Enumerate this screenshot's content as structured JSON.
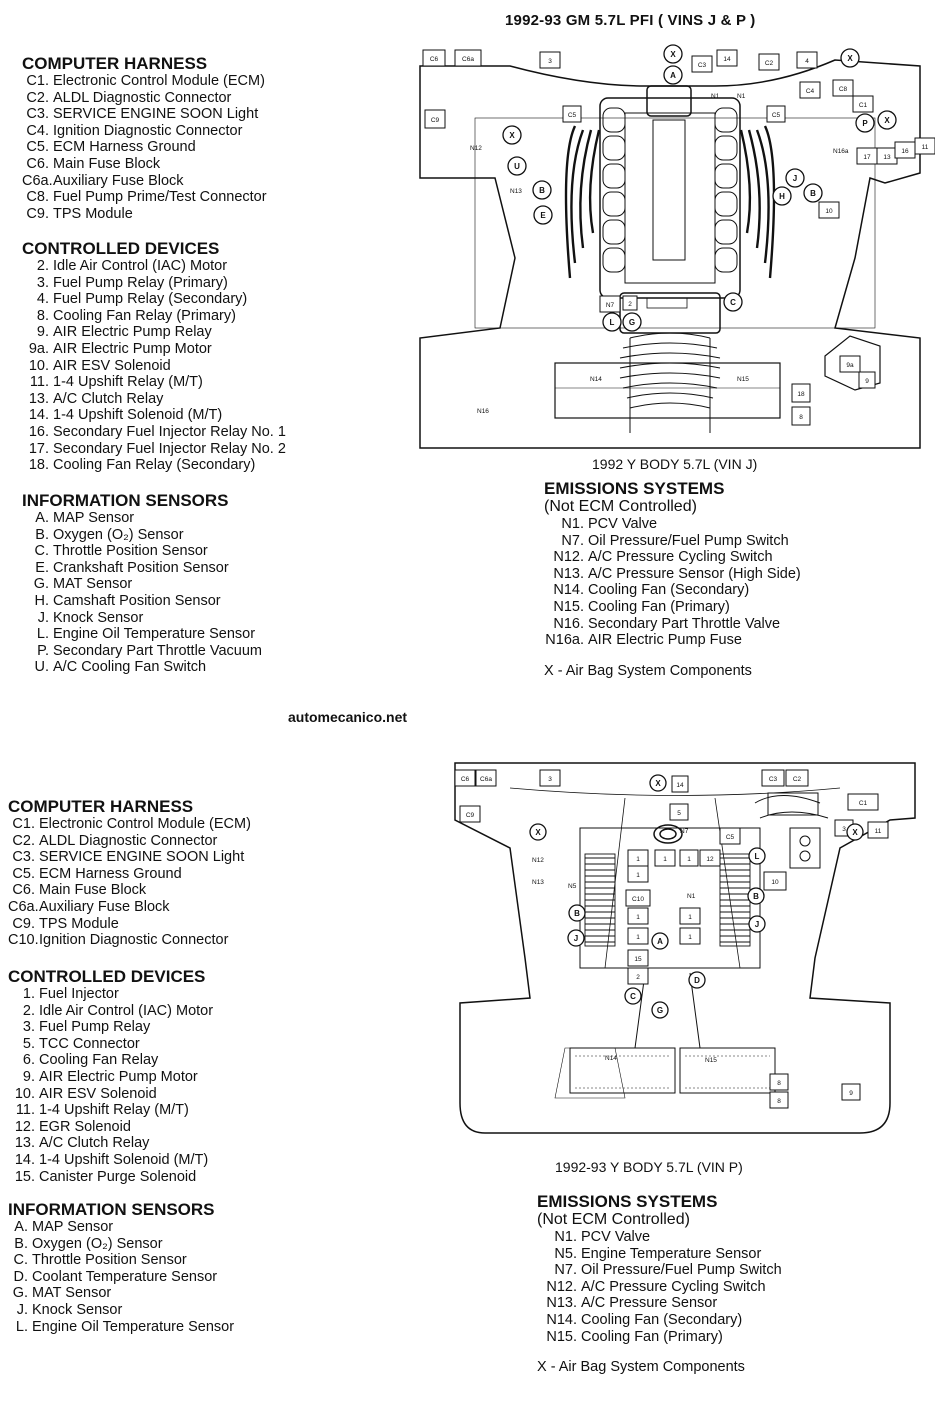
{
  "title": "1992-93 GM 5.7L PFI ( VINS J & P )",
  "watermark": "automecanico.net",
  "top": {
    "caption": "1992  Y BODY 5.7L (VIN J)",
    "computer_harness": {
      "heading": "COMPUTER HARNESS",
      "items": [
        {
          "id": "C1.",
          "text": "Electronic Control Module (ECM)"
        },
        {
          "id": "C2.",
          "text": "ALDL Diagnostic Connector"
        },
        {
          "id": "C3.",
          "text": "SERVICE ENGINE SOON Light"
        },
        {
          "id": "C4.",
          "text": "Ignition Diagnostic Connector"
        },
        {
          "id": "C5.",
          "text": "ECM Harness Ground"
        },
        {
          "id": "C6.",
          "text": "Main Fuse Block"
        },
        {
          "id": "C6a.",
          "text": "Auxiliary Fuse Block"
        },
        {
          "id": "C8.",
          "text": "Fuel Pump Prime/Test Connector"
        },
        {
          "id": "C9.",
          "text": "TPS Module"
        }
      ]
    },
    "controlled_devices": {
      "heading": "CONTROLLED DEVICES",
      "items": [
        {
          "id": "2.",
          "text": "Idle Air Control (IAC) Motor"
        },
        {
          "id": "3.",
          "text": "Fuel Pump Relay (Primary)"
        },
        {
          "id": "4.",
          "text": "Fuel Pump Relay (Secondary)"
        },
        {
          "id": "8.",
          "text": "Cooling Fan Relay (Primary)"
        },
        {
          "id": "9.",
          "text": "AIR Electric Pump Relay"
        },
        {
          "id": "9a.",
          "text": "AIR Electric Pump Motor"
        },
        {
          "id": "10.",
          "text": "AIR ESV Solenoid"
        },
        {
          "id": "11.",
          "text": "1-4 Upshift Relay (M/T)"
        },
        {
          "id": "13.",
          "text": "A/C Clutch Relay"
        },
        {
          "id": "14.",
          "text": "1-4 Upshift Solenoid (M/T)"
        },
        {
          "id": "16.",
          "text": "Secondary Fuel Injector Relay No. 1"
        },
        {
          "id": "17.",
          "text": "Secondary Fuel Injector Relay No. 2"
        },
        {
          "id": "18.",
          "text": "Cooling Fan Relay (Secondary)"
        }
      ]
    },
    "information_sensors": {
      "heading": "INFORMATION SENSORS",
      "items": [
        {
          "id": "A.",
          "text": "MAP Sensor"
        },
        {
          "id": "B.",
          "text": "Oxygen (O₂) Sensor"
        },
        {
          "id": "C.",
          "text": "Throttle Position Sensor"
        },
        {
          "id": "E.",
          "text": "Crankshaft Position Sensor"
        },
        {
          "id": "G.",
          "text": "MAT Sensor"
        },
        {
          "id": "H.",
          "text": "Camshaft Position Sensor"
        },
        {
          "id": "J.",
          "text": "Knock Sensor"
        },
        {
          "id": "L.",
          "text": "Engine Oil Temperature Sensor"
        },
        {
          "id": "P.",
          "text": "Secondary Part Throttle Vacuum"
        },
        {
          "id": "U.",
          "text": "A/C Cooling Fan Switch"
        }
      ]
    },
    "emissions": {
      "heading": "EMISSIONS SYSTEMS",
      "subheading": "(Not ECM Controlled)",
      "items": [
        {
          "id": "N1.",
          "text": "PCV Valve"
        },
        {
          "id": "N7.",
          "text": "Oil Pressure/Fuel Pump Switch"
        },
        {
          "id": "N12.",
          "text": "A/C Pressure Cycling Switch"
        },
        {
          "id": "N13.",
          "text": "A/C Pressure Sensor (High Side)"
        },
        {
          "id": "N14.",
          "text": "Cooling Fan (Secondary)"
        },
        {
          "id": "N15.",
          "text": "Cooling Fan (Primary)"
        },
        {
          "id": "N16.",
          "text": "Secondary Part Throttle Valve"
        },
        {
          "id": "N16a.",
          "text": "AIR Electric Pump Fuse"
        }
      ],
      "airbag_note": "X  -  Air Bag System Components"
    },
    "diagram_labels": {
      "boxes": [
        "C6",
        "C6a",
        "3",
        "C3",
        "14",
        "C2",
        "4",
        "C4",
        "C8",
        "C1",
        "C9",
        "C5",
        "C5",
        "10",
        "17",
        "13",
        "16",
        "11",
        "N7",
        "2",
        "18",
        "8",
        "9a",
        "9"
      ],
      "circles": [
        "X",
        "A",
        "X",
        "X",
        "X",
        "P",
        "U",
        "B",
        "E",
        "J",
        "H",
        "B",
        "C",
        "L",
        "G"
      ],
      "text": [
        "N1",
        "N1",
        "N12",
        "N13",
        "N16a",
        "N14",
        "N15",
        "N16"
      ]
    }
  },
  "bottom": {
    "caption": "1992-93  Y BODY 5.7L (VIN P)",
    "computer_harness": {
      "heading": "COMPUTER HARNESS",
      "items": [
        {
          "id": "C1.",
          "text": "Electronic Control Module (ECM)"
        },
        {
          "id": "C2.",
          "text": "ALDL Diagnostic Connector"
        },
        {
          "id": "C3.",
          "text": "SERVICE ENGINE SOON Light"
        },
        {
          "id": "C5.",
          "text": "ECM Harness Ground"
        },
        {
          "id": "C6.",
          "text": "Main Fuse Block"
        },
        {
          "id": "C6a.",
          "text": "Auxiliary Fuse Block"
        },
        {
          "id": "C9.",
          "text": "TPS Module"
        },
        {
          "id": "C10.",
          "text": "Ignition Diagnostic Connector"
        }
      ]
    },
    "controlled_devices": {
      "heading": "CONTROLLED DEVICES",
      "items": [
        {
          "id": "1.",
          "text": "Fuel Injector"
        },
        {
          "id": "2.",
          "text": "Idle Air Control (IAC) Motor"
        },
        {
          "id": "3.",
          "text": "Fuel Pump Relay"
        },
        {
          "id": "5.",
          "text": "TCC Connector"
        },
        {
          "id": "6.",
          "text": "Cooling Fan Relay"
        },
        {
          "id": "9.",
          "text": "AIR Electric Pump Motor"
        },
        {
          "id": "10.",
          "text": "AIR ESV Solenoid"
        },
        {
          "id": "11.",
          "text": "1-4 Upshift Relay (M/T)"
        },
        {
          "id": "12.",
          "text": "EGR Solenoid"
        },
        {
          "id": "13.",
          "text": "A/C Clutch Relay"
        },
        {
          "id": "14.",
          "text": "1-4 Upshift Solenoid (M/T)"
        },
        {
          "id": "15.",
          "text": "Canister Purge Solenoid"
        }
      ]
    },
    "information_sensors": {
      "heading": "INFORMATION SENSORS",
      "items": [
        {
          "id": "A.",
          "text": "MAP Sensor"
        },
        {
          "id": "B.",
          "text": "Oxygen (O₂) Sensor"
        },
        {
          "id": "C.",
          "text": "Throttle Position Sensor"
        },
        {
          "id": "D.",
          "text": "Coolant Temperature Sensor"
        },
        {
          "id": "G.",
          "text": "MAT Sensor"
        },
        {
          "id": "J.",
          "text": "Knock Sensor"
        },
        {
          "id": "L.",
          "text": "Engine Oil Temperature Sensor"
        }
      ]
    },
    "emissions": {
      "heading": "EMISSIONS SYSTEMS",
      "subheading": "(Not ECM Controlled)",
      "items": [
        {
          "id": "N1.",
          "text": "PCV Valve"
        },
        {
          "id": "N5.",
          "text": "Engine Temperature Sensor"
        },
        {
          "id": "N7.",
          "text": "Oil Pressure/Fuel Pump Switch"
        },
        {
          "id": "N12.",
          "text": "A/C Pressure Cycling Switch"
        },
        {
          "id": "N13.",
          "text": "A/C Pressure Sensor"
        },
        {
          "id": "N14.",
          "text": "Cooling Fan (Secondary)"
        },
        {
          "id": "N15.",
          "text": "Cooling Fan (Primary)"
        }
      ],
      "airbag_note": "X  -  Air Bag System Components"
    },
    "diagram_labels": {
      "boxes": [
        "C6",
        "C6a",
        "3",
        "14",
        "C3",
        "C2",
        "C1",
        "C9",
        "5",
        "C5",
        "1",
        "1",
        "12",
        "1",
        "1",
        "C10",
        "1",
        "1",
        "1",
        "1",
        "15",
        "2",
        "10",
        "3",
        "11",
        "8",
        "8",
        "9"
      ],
      "circles": [
        "X",
        "X",
        "L",
        "B",
        "J",
        "B",
        "J",
        "A",
        "D",
        "C",
        "G",
        "X"
      ],
      "text": [
        "N7",
        "N12",
        "N13",
        "N5",
        "N1",
        "N14",
        "N15"
      ]
    }
  }
}
